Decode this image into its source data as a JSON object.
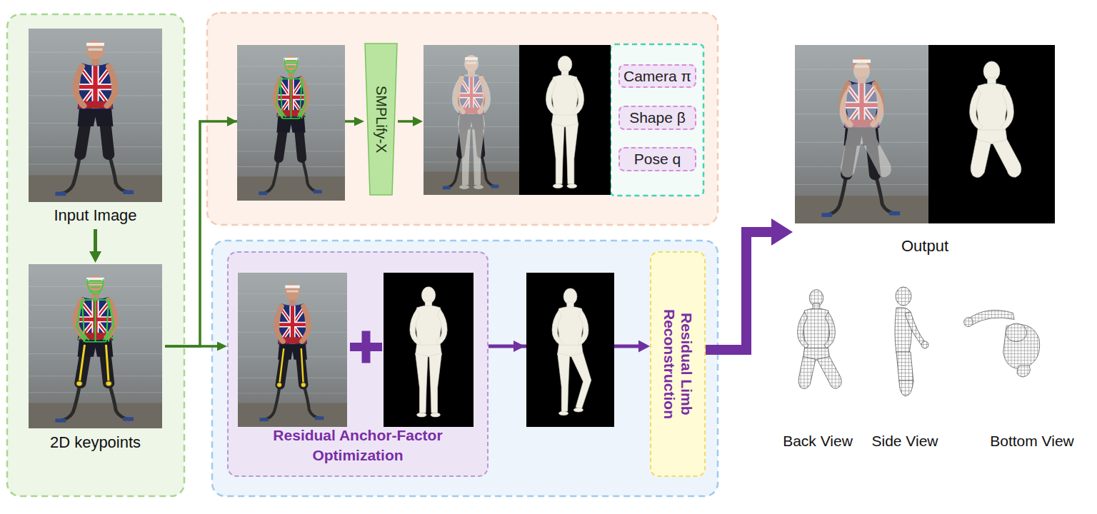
{
  "diagram": {
    "nodes": [
      {
        "text": [
          "Input Image"
        ]
      },
      {
        "text": [
          "2D keypoints"
        ]
      },
      {
        "text": [
          "SMPLify-X"
        ]
      },
      {
        "text": [
          "Camera π"
        ]
      },
      {
        "text": [
          "Shape β"
        ]
      },
      {
        "text": [
          "Pose q"
        ]
      },
      {
        "text": [
          "Residual Anchor-Factor Optimization"
        ]
      },
      {
        "text": [
          "Residual Limb Reconstruction"
        ]
      },
      {
        "text": [
          "Output"
        ]
      }
    ],
    "edges": [
      {
        "from": 0,
        "to": 1,
        "arrow": "to"
      },
      {
        "from": 1,
        "to": 2,
        "arrow": "to"
      },
      {
        "from": 1,
        "to": 6,
        "arrow": "to"
      },
      {
        "from": 6,
        "to": 7,
        "arrow": "to"
      },
      {
        "from": 7,
        "to": 8,
        "arrow": "to"
      }
    ],
    "labels": [
      "Back View",
      "Side View",
      "Bottom View"
    ]
  }
}
